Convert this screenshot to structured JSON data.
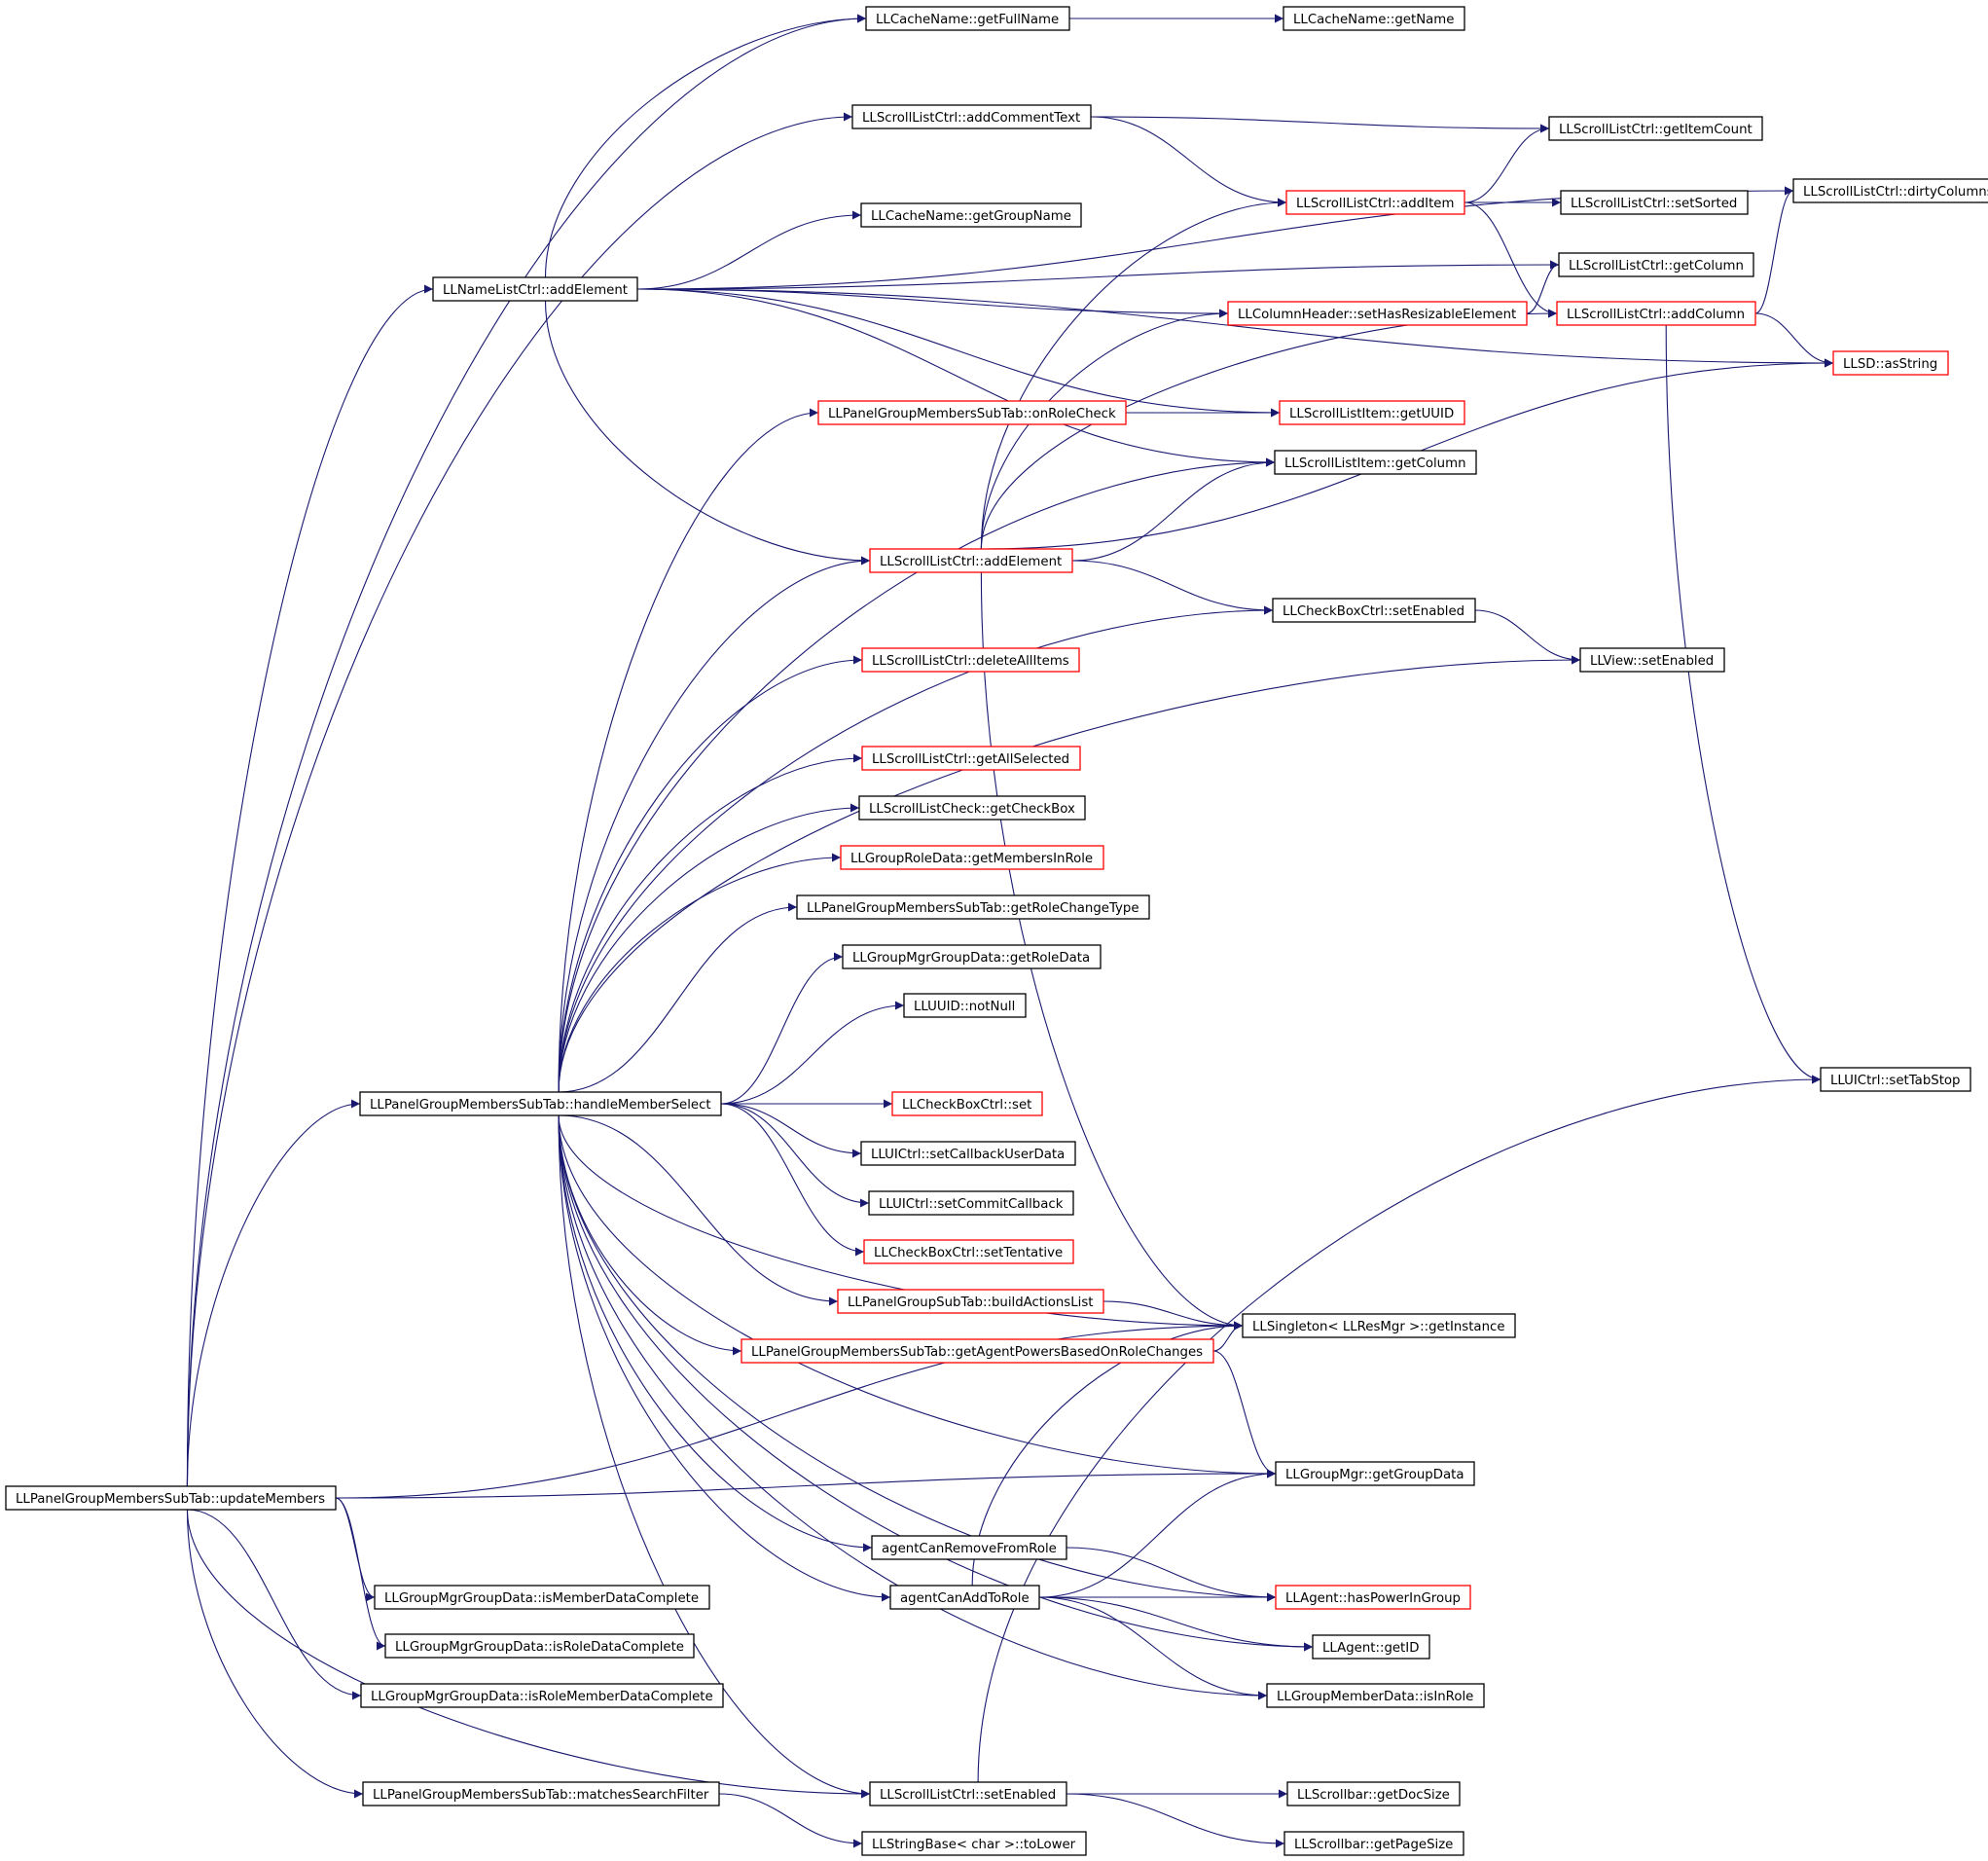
{
  "colors": {
    "edge": "#191970",
    "node_border_normal": "#000000",
    "node_border_truncated": "#ff0000",
    "root_fill": "#bfbfbf",
    "node_fill": "#ffffff",
    "background": "#ffffff"
  },
  "graph": {
    "nodes": [
      {
        "id": "root",
        "label": "LLPanelGroupMembersSubTab::updateMembers",
        "style": "root"
      },
      {
        "id": "getFullName",
        "label": "LLCacheName::getFullName",
        "style": "normal"
      },
      {
        "id": "getName",
        "label": "LLCacheName::getName",
        "style": "normal"
      },
      {
        "id": "addCommentText",
        "label": "LLScrollListCtrl::addCommentText",
        "style": "normal"
      },
      {
        "id": "getItemCount",
        "label": "LLScrollListCtrl::getItemCount",
        "style": "normal"
      },
      {
        "id": "dirtyColumns",
        "label": "LLScrollListCtrl::dirtyColumns",
        "style": "normal"
      },
      {
        "id": "addItem",
        "label": "LLScrollListCtrl::addItem",
        "style": "red"
      },
      {
        "id": "setSorted",
        "label": "LLScrollListCtrl::setSorted",
        "style": "normal"
      },
      {
        "id": "getGroupName",
        "label": "LLCacheName::getGroupName",
        "style": "normal"
      },
      {
        "id": "nameAddElement",
        "label": "LLNameListCtrl::addElement",
        "style": "normal"
      },
      {
        "id": "sgetColumn",
        "label": "LLScrollListCtrl::getColumn",
        "style": "normal"
      },
      {
        "id": "setHasResizable",
        "label": "LLColumnHeader::setHasResizableElement",
        "style": "red"
      },
      {
        "id": "addColumn",
        "label": "LLScrollListCtrl::addColumn",
        "style": "red"
      },
      {
        "id": "asString",
        "label": "LLSD::asString",
        "style": "red"
      },
      {
        "id": "onRoleCheck",
        "label": "LLPanelGroupMembersSubTab::onRoleCheck",
        "style": "red"
      },
      {
        "id": "getUUID",
        "label": "LLScrollListItem::getUUID",
        "style": "red"
      },
      {
        "id": "igetColumn",
        "label": "LLScrollListItem::getColumn",
        "style": "normal"
      },
      {
        "id": "sAddElement",
        "label": "LLScrollListCtrl::addElement",
        "style": "red"
      },
      {
        "id": "cbSetEnabled",
        "label": "LLCheckBoxCtrl::setEnabled",
        "style": "normal"
      },
      {
        "id": "deleteAllItems",
        "label": "LLScrollListCtrl::deleteAllItems",
        "style": "red"
      },
      {
        "id": "viewSetEnabled",
        "label": "LLView::setEnabled",
        "style": "normal"
      },
      {
        "id": "getAllSelected",
        "label": "LLScrollListCtrl::getAllSelected",
        "style": "red"
      },
      {
        "id": "getCheckBox",
        "label": "LLScrollListCheck::getCheckBox",
        "style": "normal"
      },
      {
        "id": "getMembersInRole",
        "label": "LLGroupRoleData::getMembersInRole",
        "style": "red"
      },
      {
        "id": "getRoleChangeType",
        "label": "LLPanelGroupMembersSubTab::getRoleChangeType",
        "style": "normal"
      },
      {
        "id": "getRoleData",
        "label": "LLGroupMgrGroupData::getRoleData",
        "style": "normal"
      },
      {
        "id": "notNull",
        "label": "LLUUID::notNull",
        "style": "normal"
      },
      {
        "id": "handleMemberSelect",
        "label": "LLPanelGroupMembersSubTab::handleMemberSelect",
        "style": "normal"
      },
      {
        "id": "cbSet",
        "label": "LLCheckBoxCtrl::set",
        "style": "red"
      },
      {
        "id": "setTabStop",
        "label": "LLUICtrl::setTabStop",
        "style": "normal"
      },
      {
        "id": "setCallbackUserData",
        "label": "LLUICtrl::setCallbackUserData",
        "style": "normal"
      },
      {
        "id": "setCommitCallback",
        "label": "LLUICtrl::setCommitCallback",
        "style": "normal"
      },
      {
        "id": "setTentative",
        "label": "LLCheckBoxCtrl::setTentative",
        "style": "red"
      },
      {
        "id": "buildActionsList",
        "label": "LLPanelGroupSubTab::buildActionsList",
        "style": "red"
      },
      {
        "id": "getInstance",
        "label": "LLSingleton< LLResMgr >::getInstance",
        "style": "normal"
      },
      {
        "id": "getAgentPowers",
        "label": "LLPanelGroupMembersSubTab::getAgentPowersBasedOnRoleChanges",
        "style": "red"
      },
      {
        "id": "getGroupData",
        "label": "LLGroupMgr::getGroupData",
        "style": "normal"
      },
      {
        "id": "agentCanRemove",
        "label": "agentCanRemoveFromRole",
        "style": "normal"
      },
      {
        "id": "agentCanAdd",
        "label": "agentCanAddToRole",
        "style": "normal"
      },
      {
        "id": "hasPowerInGroup",
        "label": "LLAgent::hasPowerInGroup",
        "style": "red"
      },
      {
        "id": "isMemberDataComplete",
        "label": "LLGroupMgrGroupData::isMemberDataComplete",
        "style": "normal"
      },
      {
        "id": "isRoleDataComplete",
        "label": "LLGroupMgrGroupData::isRoleDataComplete",
        "style": "normal"
      },
      {
        "id": "getID",
        "label": "LLAgent::getID",
        "style": "normal"
      },
      {
        "id": "isRoleMemberDataComplete",
        "label": "LLGroupMgrGroupData::isRoleMemberDataComplete",
        "style": "normal"
      },
      {
        "id": "isInRole",
        "label": "LLGroupMemberData::isInRole",
        "style": "normal"
      },
      {
        "id": "matchesSearchFilter",
        "label": "LLPanelGroupMembersSubTab::matchesSearchFilter",
        "style": "normal"
      },
      {
        "id": "slSetEnabled",
        "label": "LLScrollListCtrl::setEnabled",
        "style": "normal"
      },
      {
        "id": "getDocSize",
        "label": "LLScrollbar::getDocSize",
        "style": "normal"
      },
      {
        "id": "toLower",
        "label": "LLStringBase< char >::toLower",
        "style": "normal"
      },
      {
        "id": "getPageSize",
        "label": "LLScrollbar::getPageSize",
        "style": "normal"
      }
    ],
    "edges": [
      [
        "root",
        "getFullName"
      ],
      [
        "root",
        "addCommentText"
      ],
      [
        "root",
        "nameAddElement"
      ],
      [
        "root",
        "handleMemberSelect"
      ],
      [
        "root",
        "getInstance"
      ],
      [
        "root",
        "getGroupData"
      ],
      [
        "root",
        "isMemberDataComplete"
      ],
      [
        "root",
        "isRoleDataComplete"
      ],
      [
        "root",
        "isRoleMemberDataComplete"
      ],
      [
        "root",
        "matchesSearchFilter"
      ],
      [
        "root",
        "slSetEnabled"
      ],
      [
        "getFullName",
        "getName"
      ],
      [
        "addCommentText",
        "getItemCount"
      ],
      [
        "addCommentText",
        "addItem"
      ],
      [
        "addItem",
        "getItemCount"
      ],
      [
        "addItem",
        "setSorted"
      ],
      [
        "addItem",
        "addColumn"
      ],
      [
        "addColumn",
        "dirtyColumns"
      ],
      [
        "addColumn",
        "asString"
      ],
      [
        "addColumn",
        "setTabStop"
      ],
      [
        "nameAddElement",
        "getFullName"
      ],
      [
        "nameAddElement",
        "dirtyColumns"
      ],
      [
        "nameAddElement",
        "setHasResizable"
      ],
      [
        "nameAddElement",
        "getGroupName"
      ],
      [
        "nameAddElement",
        "sgetColumn"
      ],
      [
        "nameAddElement",
        "asString"
      ],
      [
        "nameAddElement",
        "getUUID"
      ],
      [
        "nameAddElement",
        "igetColumn"
      ],
      [
        "nameAddElement",
        "sAddElement"
      ],
      [
        "setHasResizable",
        "sgetColumn"
      ],
      [
        "onRoleCheck",
        "getUUID"
      ],
      [
        "sAddElement",
        "addItem"
      ],
      [
        "sAddElement",
        "setHasResizable"
      ],
      [
        "sAddElement",
        "addColumn"
      ],
      [
        "sAddElement",
        "asString"
      ],
      [
        "sAddElement",
        "igetColumn"
      ],
      [
        "sAddElement",
        "cbSetEnabled"
      ],
      [
        "sAddElement",
        "getInstance"
      ],
      [
        "cbSetEnabled",
        "viewSetEnabled"
      ],
      [
        "handleMemberSelect",
        "onRoleCheck"
      ],
      [
        "handleMemberSelect",
        "igetColumn"
      ],
      [
        "handleMemberSelect",
        "sAddElement"
      ],
      [
        "handleMemberSelect",
        "cbSetEnabled"
      ],
      [
        "handleMemberSelect",
        "deleteAllItems"
      ],
      [
        "handleMemberSelect",
        "viewSetEnabled"
      ],
      [
        "handleMemberSelect",
        "getAllSelected"
      ],
      [
        "handleMemberSelect",
        "getCheckBox"
      ],
      [
        "handleMemberSelect",
        "getMembersInRole"
      ],
      [
        "handleMemberSelect",
        "getRoleChangeType"
      ],
      [
        "handleMemberSelect",
        "getRoleData"
      ],
      [
        "handleMemberSelect",
        "notNull"
      ],
      [
        "handleMemberSelect",
        "getInstance"
      ],
      [
        "handleMemberSelect",
        "cbSet"
      ],
      [
        "handleMemberSelect",
        "setCallbackUserData"
      ],
      [
        "handleMemberSelect",
        "setCommitCallback"
      ],
      [
        "handleMemberSelect",
        "setTentative"
      ],
      [
        "handleMemberSelect",
        "buildActionsList"
      ],
      [
        "handleMemberSelect",
        "getAgentPowers"
      ],
      [
        "handleMemberSelect",
        "getGroupData"
      ],
      [
        "handleMemberSelect",
        "agentCanRemove"
      ],
      [
        "handleMemberSelect",
        "agentCanAdd"
      ],
      [
        "handleMemberSelect",
        "hasPowerInGroup"
      ],
      [
        "handleMemberSelect",
        "getID"
      ],
      [
        "handleMemberSelect",
        "isInRole"
      ],
      [
        "handleMemberSelect",
        "slSetEnabled"
      ],
      [
        "buildActionsList",
        "getInstance"
      ],
      [
        "getAgentPowers",
        "getInstance"
      ],
      [
        "getAgentPowers",
        "getGroupData"
      ],
      [
        "agentCanRemove",
        "hasPowerInGroup"
      ],
      [
        "agentCanAdd",
        "getInstance"
      ],
      [
        "agentCanAdd",
        "getGroupData"
      ],
      [
        "agentCanAdd",
        "hasPowerInGroup"
      ],
      [
        "agentCanAdd",
        "getID"
      ],
      [
        "agentCanAdd",
        "isInRole"
      ],
      [
        "matchesSearchFilter",
        "toLower"
      ],
      [
        "slSetEnabled",
        "setTabStop"
      ],
      [
        "slSetEnabled",
        "getDocSize"
      ],
      [
        "slSetEnabled",
        "getPageSize"
      ]
    ]
  }
}
